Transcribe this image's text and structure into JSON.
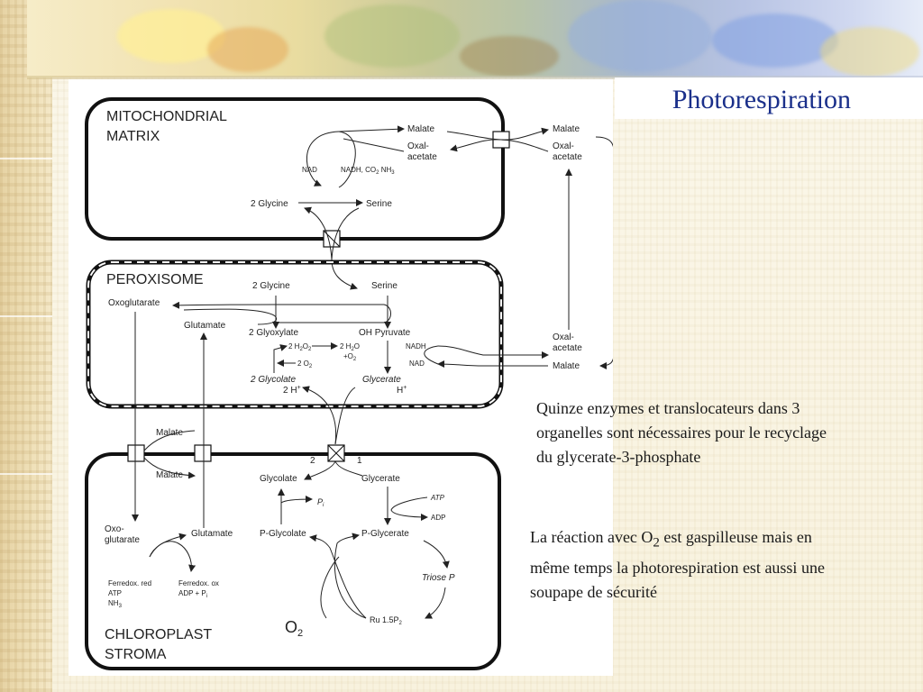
{
  "slide": {
    "title": "Photorespiration",
    "note_1": "Quinze enzymes et translocateurs dans 3 organelles sont nécessaires pour le recyclage du  glycerate-3-phosphate",
    "note_2": {
      "before": "La réaction avec O",
      "sub": "2",
      "after": " est gaspilleuse mais en même temps la photorespiration est aussi une soupape de sécurité"
    }
  },
  "diagram": {
    "mitochondrion": {
      "title_1": "MITOCHONDRIAL",
      "title_2": "MATRIX",
      "malate": "Malate",
      "oxal_1": "Oxal-",
      "oxal_2": "acetate",
      "nad": "NAD",
      "nadh": "NADH, CO",
      "nadh_sub": "2",
      "nh3": "NH",
      "nh3_sub": "3",
      "glycine": "2 Glycine",
      "serine": "Serine"
    },
    "outside": {
      "malate_top": "Malate",
      "oxal_top_1": "Oxal-",
      "oxal_top_2": "acetate",
      "oxal_bottom_1": "Oxal-",
      "oxal_bottom_2": "acetate",
      "malate_bottom": "Malate"
    },
    "peroxisome": {
      "title": "PEROXISOME",
      "glycine": "2 Glycine",
      "serine": "Serine",
      "oxoglutarate": "Oxoglutarate",
      "glutamate": "Glutamate",
      "glyoxylate": "2 Glyoxylate",
      "oh_pyruvate": "OH Pyruvate",
      "h2o2": "2 H",
      "h2o2_sub": "2",
      "h2o2_tail": "O",
      "h2o2_sub2": "2",
      "h2o": "2 H",
      "h2o_sub": "2",
      "h2o_tail": "O",
      "plus_o2": "+O",
      "plus_o2_sub": "2",
      "minus_o2": "2 O",
      "minus_o2_sub": "2",
      "nadh": "NADH",
      "nad": "NAD",
      "glycolate": "2 Glycolate",
      "h_plus_left": "2 H",
      "h_plus_left_sup": "+",
      "glycerate": "Glycerate",
      "h_plus_right": "H",
      "h_plus_right_sup": "+"
    },
    "chloroplast": {
      "title_1": "CHLOROPLAST",
      "title_2": "STROMA",
      "malate_top": "Malate",
      "malate_bottom": "Malate",
      "label_2": "2",
      "label_1": "1",
      "glycolate": "Glycolate",
      "glycerate": "Glycerate",
      "pi": "P",
      "pi_sub": "i",
      "atp": "ATP",
      "adp": "ADP",
      "oxo_1": "Oxo-",
      "oxo_2": "glutarate",
      "glutamate": "Glutamate",
      "p_glycolate": "P-Glycolate",
      "p_glycerate": "P-Glycerate",
      "triose": "Triose P",
      "ferredox_red": "Ferredox. red",
      "atp_left": "ATP",
      "nh3": "NH",
      "nh3_sub": "3",
      "ferredox_ox": "Ferredox. ox",
      "adp_pi": "ADP + P",
      "adp_pi_sub": "i",
      "o2": "O",
      "o2_sub": "2",
      "rubp": "Ru 1.5P",
      "rubp_sub": "2"
    }
  }
}
